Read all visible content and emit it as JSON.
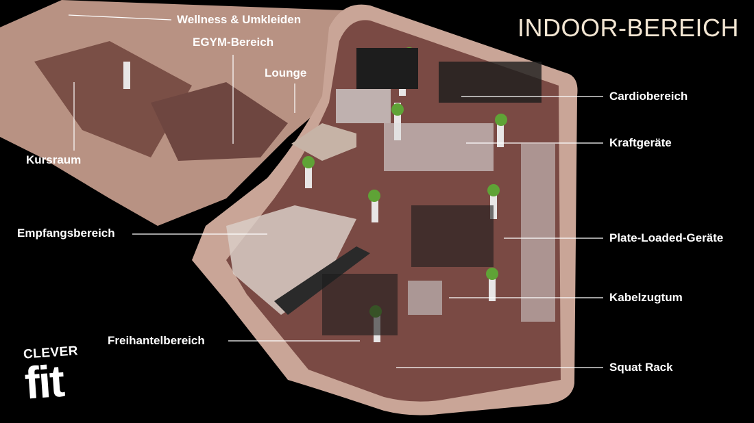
{
  "title": "INDOOR-BEREICH",
  "logo": {
    "top": "CLEVER",
    "bottom": "fit"
  },
  "labels": {
    "wellness": "Wellness & Umkleiden",
    "egym": "EGYM-Bereich",
    "lounge": "Lounge",
    "kursraum": "Kursraum",
    "empfang": "Empfangsbereich",
    "freihantel": "Freihantelbereich",
    "cardio": "Cardiobereich",
    "kraft": "Kraftgeräte",
    "plate": "Plate-Loaded-Geräte",
    "kabel": "Kabelzugtum",
    "squat": "Squat Rack"
  },
  "colors": {
    "floor": "#7a4a44",
    "wall": "#c9a597",
    "text": "#ffffff",
    "title": "#f3e6d3"
  }
}
